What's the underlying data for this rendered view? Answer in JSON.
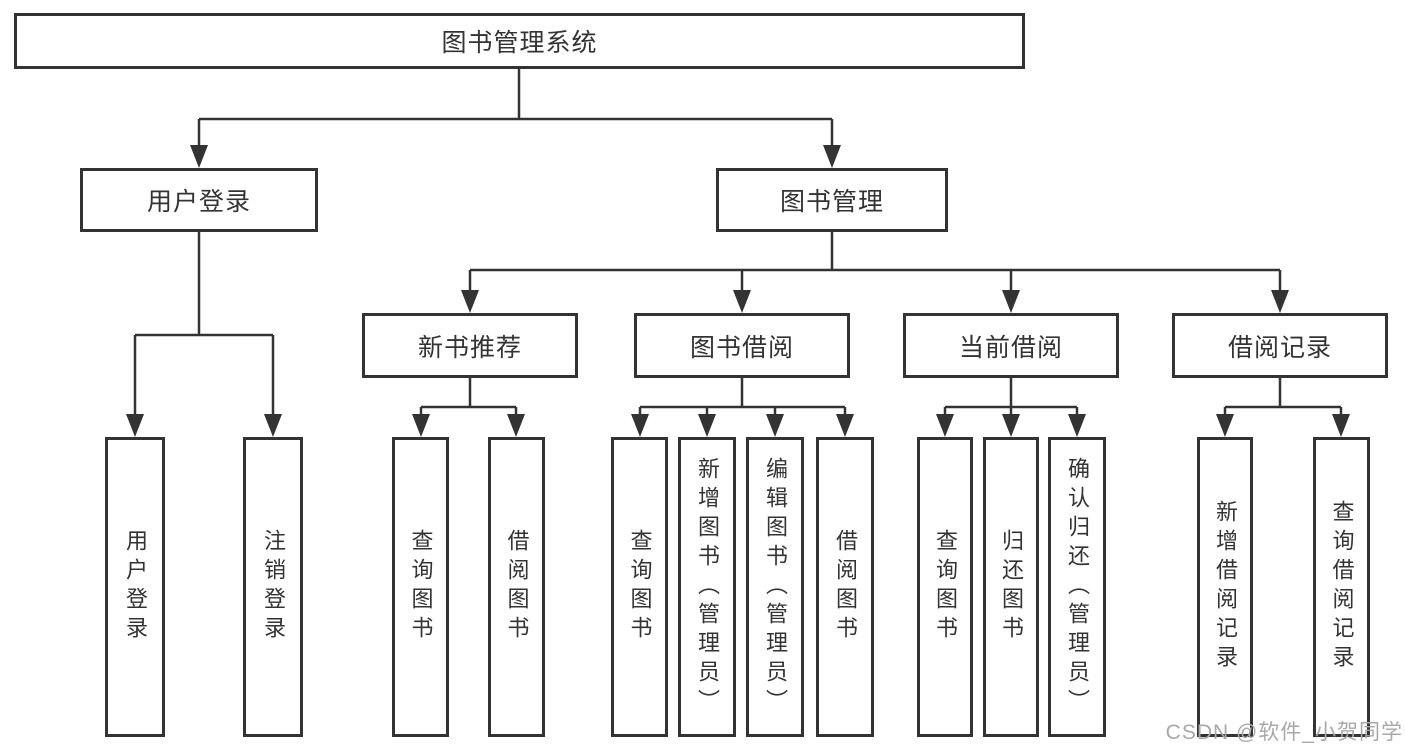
{
  "tree": {
    "label": "图书管理系统",
    "children": [
      {
        "label": "用户登录",
        "children": [
          {
            "label": "用户登录"
          },
          {
            "label": "注销登录"
          }
        ]
      },
      {
        "label": "图书管理",
        "children": [
          {
            "label": "新书推荐",
            "children": [
              {
                "label": "查询图书"
              },
              {
                "label": "借阅图书"
              }
            ]
          },
          {
            "label": "图书借阅",
            "children": [
              {
                "label": "查询图书"
              },
              {
                "label": "新增图书（管理员）"
              },
              {
                "label": "编辑图书（管理员）"
              },
              {
                "label": "借阅图书"
              }
            ]
          },
          {
            "label": "当前借阅",
            "children": [
              {
                "label": "查询图书"
              },
              {
                "label": "归还图书"
              },
              {
                "label": "确认归还（管理员）"
              }
            ]
          },
          {
            "label": "借阅记录",
            "children": [
              {
                "label": "新增借阅记录"
              },
              {
                "label": "查询借阅记录"
              }
            ]
          }
        ]
      }
    ]
  },
  "watermark": "CSDN @软件_小贺同学",
  "colors": {
    "line": "#333333",
    "text": "#333333",
    "background": "#ffffff",
    "watermark": "#a8a8a8"
  }
}
